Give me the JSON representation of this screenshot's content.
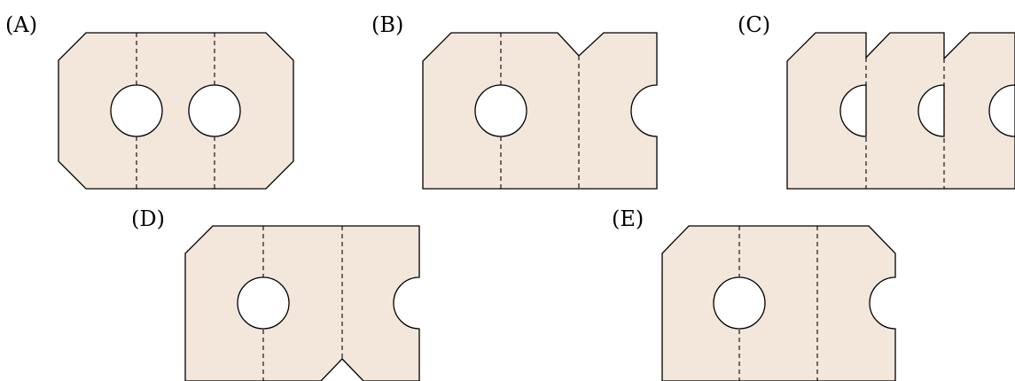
{
  "figure": {
    "options": [
      {
        "key": "A",
        "label": "(A)"
      },
      {
        "key": "B",
        "label": "(B)"
      },
      {
        "key": "C",
        "label": "(C)"
      },
      {
        "key": "D",
        "label": "(D)"
      },
      {
        "key": "E",
        "label": "(E)"
      }
    ],
    "colors": {
      "paper": "#f3e6da",
      "outline": "#000000",
      "hole": "#ffffff"
    }
  }
}
